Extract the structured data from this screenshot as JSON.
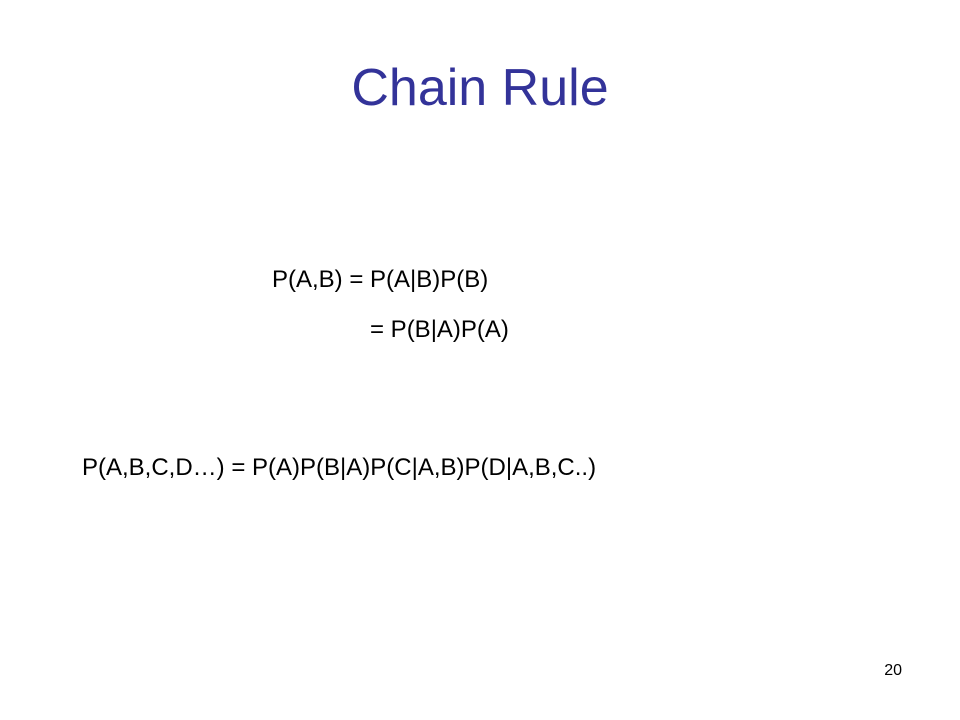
{
  "slide": {
    "title": "Chain Rule",
    "equations": [
      "P(A,B) = P(A|B)P(B)",
      "= P(B|A)P(A)",
      "P(A,B,C,D…)  = P(A)P(B|A)P(C|A,B)P(D|A,B,C..)"
    ],
    "page_number": "20"
  },
  "colors": {
    "title": "#333399",
    "body_text": "#000000",
    "background": "#ffffff"
  }
}
